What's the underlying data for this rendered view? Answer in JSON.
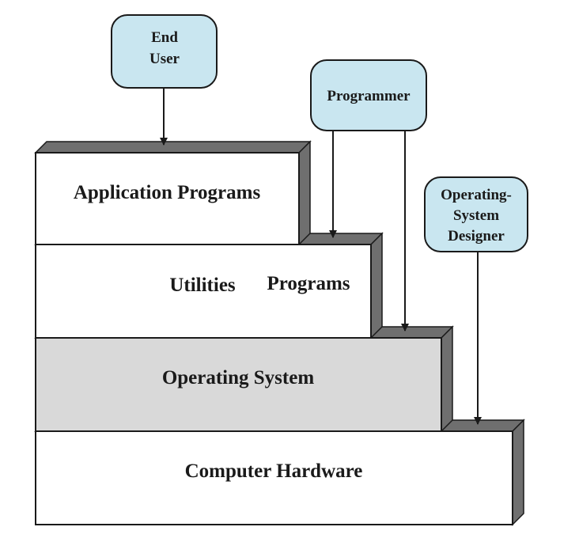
{
  "colors": {
    "actor_fill": "#c9e6f0",
    "os_fill": "#d9d9d9",
    "layer_fill": "#ffffff",
    "shadow_fill": "#6f6f6f",
    "outline": "#1a1a1a"
  },
  "layers": {
    "application": {
      "label": "Application Programs"
    },
    "utilities": {
      "label_a": "Utilities",
      "label_b": "Programs"
    },
    "operating_system": {
      "label": "Operating System"
    },
    "hardware": {
      "label": "Computer Hardware"
    }
  },
  "actors": {
    "end_user": {
      "line1": "End",
      "line2": "User"
    },
    "programmer": {
      "label": "Programmer"
    },
    "os_designer": {
      "line1": "Operating-",
      "line2": "System",
      "line3": "Designer"
    }
  }
}
